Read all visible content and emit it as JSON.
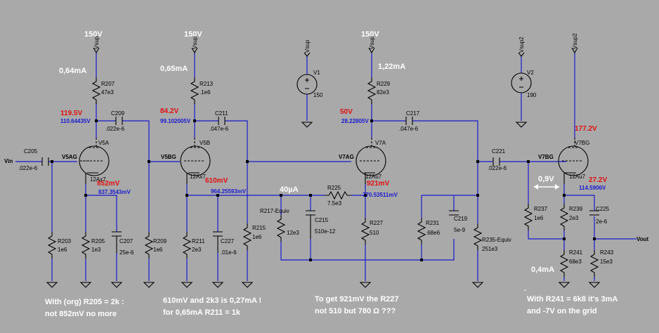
{
  "supplies": {
    "v150_a": "150V",
    "v150_b": "150V",
    "v150_c": "150V",
    "vsup": "Vsup",
    "vsup2": "Vsup2"
  },
  "currents": {
    "i207": "0,64mA",
    "i213": "0,65mA",
    "i229": "1,22mA",
    "i40": "40µA",
    "i09": "0,9V",
    "i04": "0,4mA"
  },
  "red_values": {
    "v5a_plate": "119.5V",
    "v5a_cath": "852mV",
    "v5b_plate": "84.2V",
    "v5b_cath": "610mV",
    "v7a_plate": "50V",
    "v7a_cath": "921mV",
    "v7b_plate": "177.2V",
    "v7b_cath": "27.2V"
  },
  "blue_values": {
    "n5a_plate": "110.64435V",
    "n5a_cath": "837.3543mV",
    "n5b_plate": "99.102005V",
    "n5b_cath": "964.25593mV",
    "n7a_plate": "28.22805V",
    "n7a_cath": "770.53511mV",
    "n7b_cath": "114.5906V"
  },
  "nets": {
    "vin": "Vin",
    "vout": "Vout",
    "v5ag": "V5AG",
    "v5bg": "V5BG",
    "v7ag": "V7AG",
    "v7bg": "V7BG"
  },
  "tubes": {
    "v5a": {
      "ref": "V5A",
      "type": "12Ax7"
    },
    "v5b": {
      "ref": "V5B",
      "type": "12Ax7"
    },
    "v7a": {
      "ref": "V7A",
      "type": "12Au7"
    },
    "v7bg": {
      "ref": "V7BG",
      "type": "12Au7"
    }
  },
  "sources": {
    "v1": {
      "ref": "V1",
      "value": "150"
    },
    "v2": {
      "ref": "V2",
      "value": "190"
    }
  },
  "resistors": {
    "r207": {
      "ref": "R207",
      "value": "47e3"
    },
    "r213": {
      "ref": "R213",
      "value": ".1e6"
    },
    "r229": {
      "ref": "R229",
      "value": "82e3"
    },
    "r203": {
      "ref": "R203",
      "value": "1e6"
    },
    "r205": {
      "ref": "R205",
      "value": "1e3"
    },
    "r209": {
      "ref": "R209",
      "value": "1e6"
    },
    "r211": {
      "ref": "R211",
      "value": "2e3"
    },
    "r215": {
      "ref": "R215",
      "value": "1e6"
    },
    "r217": {
      "ref": "R217-Equiv",
      "value": "12e3"
    },
    "r225": {
      "ref": "R225",
      "value": "7.5e3"
    },
    "r227": {
      "ref": "R227",
      "value": "510"
    },
    "r231": {
      "ref": "R231",
      "value": ".68e6"
    },
    "r235": {
      "ref": "R235-Equiv",
      "value": "251e3"
    },
    "r237": {
      "ref": "R237",
      "value": "1e6"
    },
    "r239": {
      "ref": "R239",
      "value": "2e3"
    },
    "r241": {
      "ref": "R241",
      "value": "68e3"
    },
    "r243": {
      "ref": "R243",
      "value": "15e3"
    }
  },
  "capacitors": {
    "c205": {
      "ref": "C205",
      "value": ".022e-6"
    },
    "c209": {
      "ref": "C209",
      "value": ".022e-6"
    },
    "c207": {
      "ref": "C207",
      "value": "25e-6"
    },
    "c211": {
      "ref": "C211",
      "value": ".047e-6"
    },
    "c227": {
      "ref": "C227",
      "value": ".01e-6"
    },
    "c215": {
      "ref": "C215",
      "value": "510e-12"
    },
    "c217": {
      "ref": "C217",
      "value": ".047e-6"
    },
    "c219": {
      "ref": "C219",
      "value": "5e-9"
    },
    "c221": {
      "ref": "C221",
      "value": ".022e-6"
    },
    "c225": {
      "ref": "C225",
      "value": "2e-6"
    }
  },
  "notes": {
    "n1a": "With (org) R205 = 2k :",
    "n1b": "not 852mV no more",
    "n2a": "610mV and 2k3 is 0,27mA !",
    "n2b": "for 0,65mA R211 = 1k",
    "n3a": "To get 921mV the R227",
    "n3b": "not 510 but 780 Ω ???",
    "n4a": "With R241 = 6k8 it's 3mA",
    "n4b": "and -7V on the grid",
    "dot": "."
  }
}
